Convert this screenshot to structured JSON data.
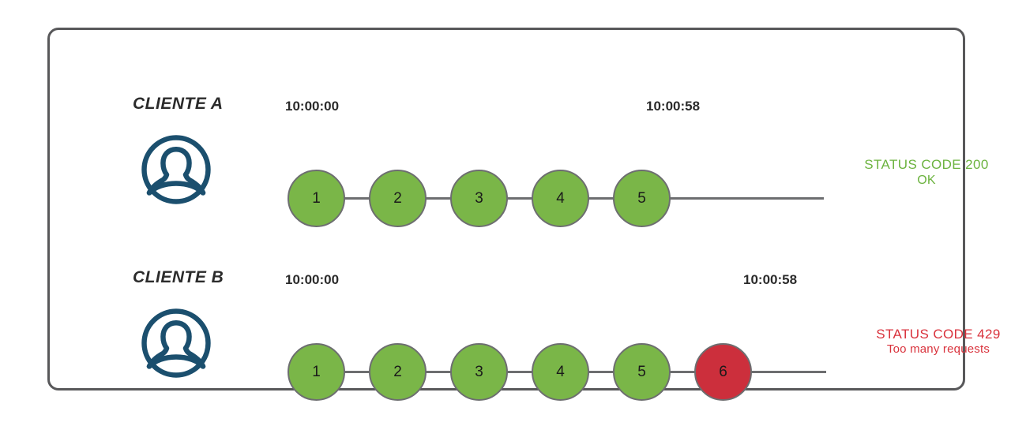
{
  "diagram": {
    "title": "Rate limiting per client diagram",
    "panel": {
      "border_color": "#58585a"
    },
    "colors": {
      "node_ok": "#7ab648",
      "node_blocked": "#cc2f3c",
      "node_stroke": "#6d6e70",
      "avatar": "#1b4f6e",
      "status_ok_text": "#6cb33f",
      "status_blocked_text": "#d9323c",
      "label_text": "#2b2b2b"
    },
    "rows": [
      {
        "id": "cliente-a",
        "label": "CLIENTE A",
        "avatar_icon": "user-avatar-icon",
        "timestamp_start": "10:00:00",
        "timestamp_end": "10:00:58",
        "nodes": [
          {
            "n": "1",
            "state": "ok"
          },
          {
            "n": "2",
            "state": "ok"
          },
          {
            "n": "3",
            "state": "ok"
          },
          {
            "n": "4",
            "state": "ok"
          },
          {
            "n": "5",
            "state": "ok"
          }
        ],
        "status": {
          "state": "ok",
          "line1": "STATUS CODE 200",
          "line2": "OK"
        }
      },
      {
        "id": "cliente-b",
        "label": "CLIENTE B",
        "avatar_icon": "user-avatar-icon",
        "timestamp_start": "10:00:00",
        "timestamp_end": "10:00:58",
        "nodes": [
          {
            "n": "1",
            "state": "ok"
          },
          {
            "n": "2",
            "state": "ok"
          },
          {
            "n": "3",
            "state": "ok"
          },
          {
            "n": "4",
            "state": "ok"
          },
          {
            "n": "5",
            "state": "ok"
          },
          {
            "n": "6",
            "state": "blocked"
          }
        ],
        "status": {
          "state": "blocked",
          "line1": "STATUS CODE 429",
          "line2": "Too many requests"
        }
      }
    ]
  }
}
